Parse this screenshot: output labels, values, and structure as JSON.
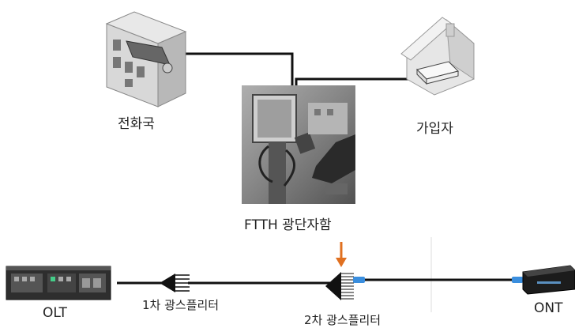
{
  "labels": {
    "office": "전화국",
    "subscriber": "가입자",
    "ftth_box": "FTTH  광단자함",
    "olt": "OLT",
    "splitter1": "1차 광스플리터",
    "splitter2": "2차 광스플리터",
    "ont": "ONT"
  },
  "colors": {
    "line": "#111111",
    "arrow": "#e07020",
    "connector": "#3a8ede"
  },
  "icons": {
    "office": "building-icon",
    "subscriber": "house-icon",
    "ftth_box": "photo-technician-at-pole",
    "olt": "rack-device-icon",
    "ont": "ont-device-icon",
    "splitter": "optical-splitter-icon"
  }
}
